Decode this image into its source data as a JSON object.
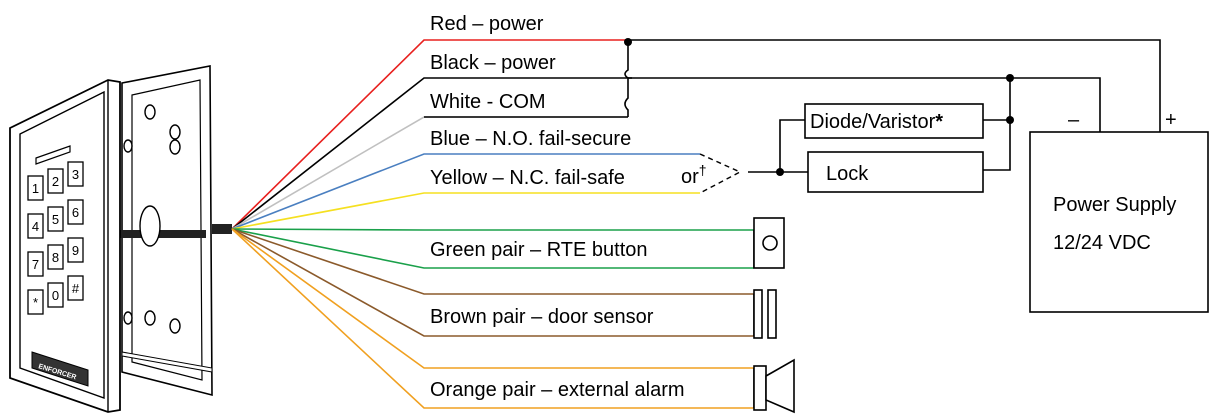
{
  "wires": {
    "red": "Red – power",
    "black": "Black – power",
    "white": "White - COM",
    "blue": "Blue – N.O. fail-secure",
    "yellow": "Yellow – N.C. fail-safe",
    "or_mark": "or",
    "dagger": "†",
    "green": "Green pair – RTE button",
    "brown": "Brown pair – door sensor",
    "orange": "Orange pair – external alarm"
  },
  "components": {
    "diode": "Diode/Varistor",
    "diode_star": "*",
    "lock": "Lock",
    "supply_title": "Power Supply",
    "supply_voltage": "12/24 VDC",
    "minus": "–",
    "plus": "+"
  },
  "keypad": {
    "keys": [
      "1",
      "2",
      "3",
      "4",
      "5",
      "6",
      "7",
      "8",
      "9",
      "*",
      "0",
      "#"
    ],
    "brand": "ENFORCER"
  },
  "colors": {
    "red": "#e8201e",
    "white_wire": "#c0c0c0",
    "blue": "#4a7fc0",
    "yellow": "#f5e020",
    "green": "#1aa04a",
    "brown": "#8b5a2b",
    "orange": "#f0a020"
  }
}
